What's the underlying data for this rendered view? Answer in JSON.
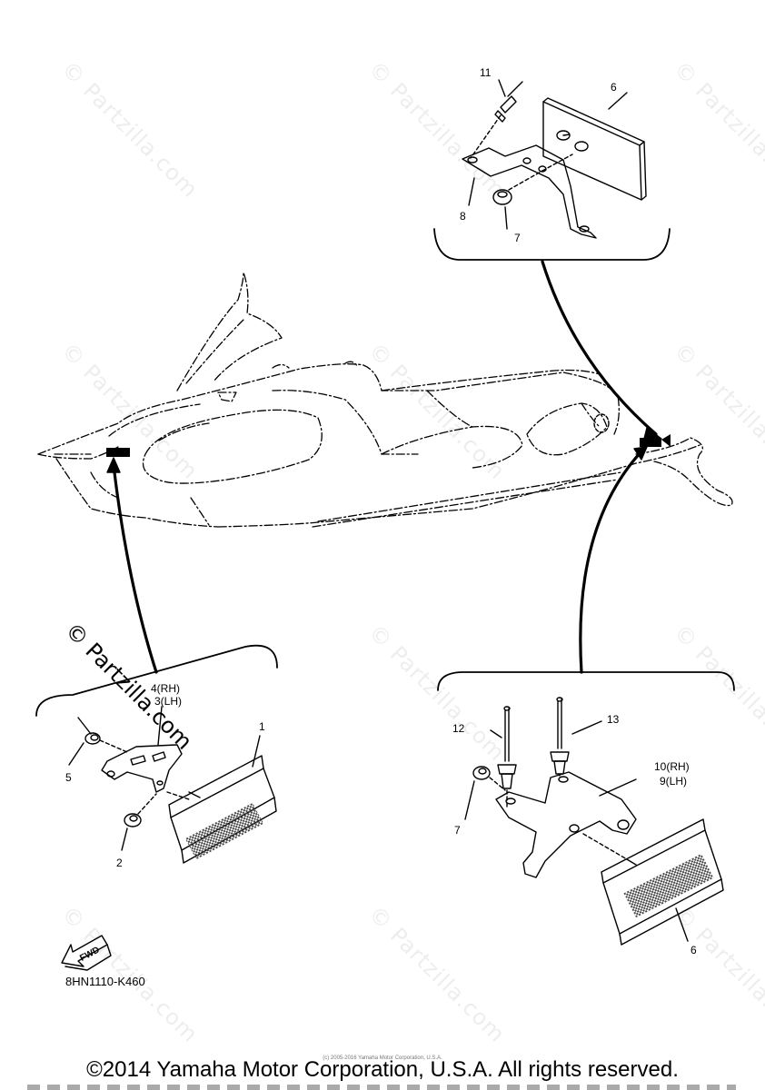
{
  "watermark": {
    "text": "© Partzilla.com",
    "prominent_text": "© Partzilla.com"
  },
  "diagram_code": "8HN1110-K460",
  "fwd_arrow_label": "FWD",
  "small_copyright": "(c) 2005-2016 Yamaha Motor Corporation, U.S.A.",
  "footer": "©2014 Yamaha Motor Corporation, U.S.A. All rights reserved.",
  "callouts": {
    "c1": "1",
    "c2": "2",
    "c3": "3(LH)",
    "c4": "4(RH)",
    "c5": "5",
    "c6_top": "6",
    "c6_bottom": "6",
    "c7_top": "7",
    "c7_bottom": "7",
    "c8": "8",
    "c9": "9(LH)",
    "c10": "10(RH)",
    "c11": "11",
    "c12": "12",
    "c13": "13"
  }
}
